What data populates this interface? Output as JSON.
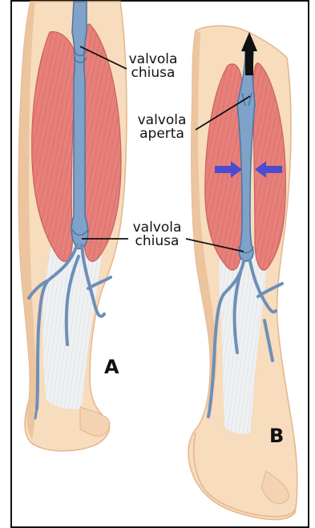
{
  "labels": {
    "left_top": [
      "valvola",
      "chiusa"
    ],
    "right_open": [
      "valvola",
      "aperta"
    ],
    "middle_closed": [
      "valvola",
      "chiusa"
    ]
  },
  "panels": {
    "left": "A",
    "right": "B"
  },
  "colors": {
    "skin": "#f7dcbd",
    "skin_shadow": "#e9bf95",
    "muscle": "#e7807a",
    "muscle_dark": "#c9605c",
    "vein": "#7fa2c8",
    "vein_dark": "#4d74a2",
    "tendon": "#eceef0",
    "arrow_blue": "#4c4ccf",
    "arrow_black": "#111111",
    "frame": "#111111"
  },
  "icons": [
    "up-arrow-icon",
    "compress-arrow-left-icon",
    "compress-arrow-right-icon"
  ]
}
